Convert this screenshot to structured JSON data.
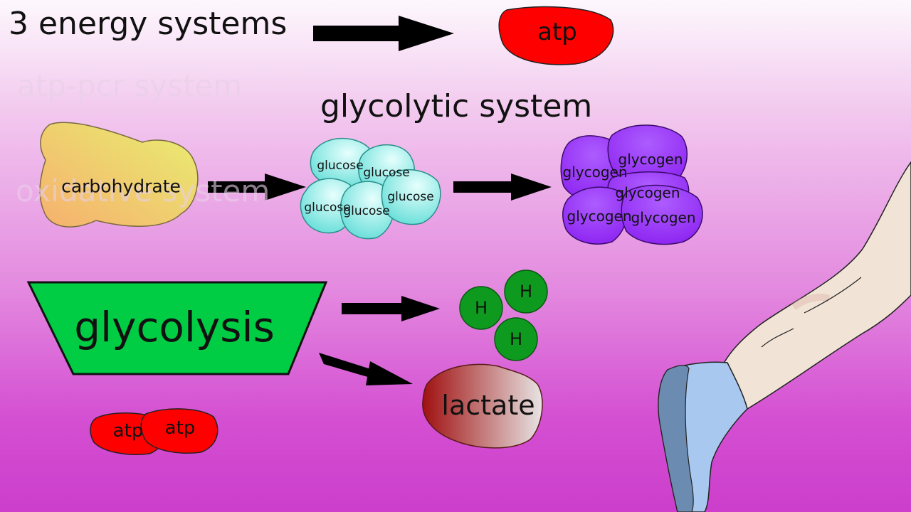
{
  "title": "3 energy systems",
  "faded_labels": [
    "atp-pcr system",
    "oxidative system"
  ],
  "subtitle": "glycolytic system",
  "atp_label": "atp",
  "carbohydrate_label": "carbohydrate",
  "glucose_label": "glucose",
  "glycogen_label": "glycogen",
  "glycolysis_label": "glycolysis",
  "hydrogen_label": "H",
  "lactate_label": "lactate",
  "colors": {
    "atp": "#ff0000",
    "glycolysis": "#00cc44",
    "glucose": "#7ef2ec",
    "glycogen": "#9933ff",
    "hydrogen": "#0e9a1e"
  }
}
